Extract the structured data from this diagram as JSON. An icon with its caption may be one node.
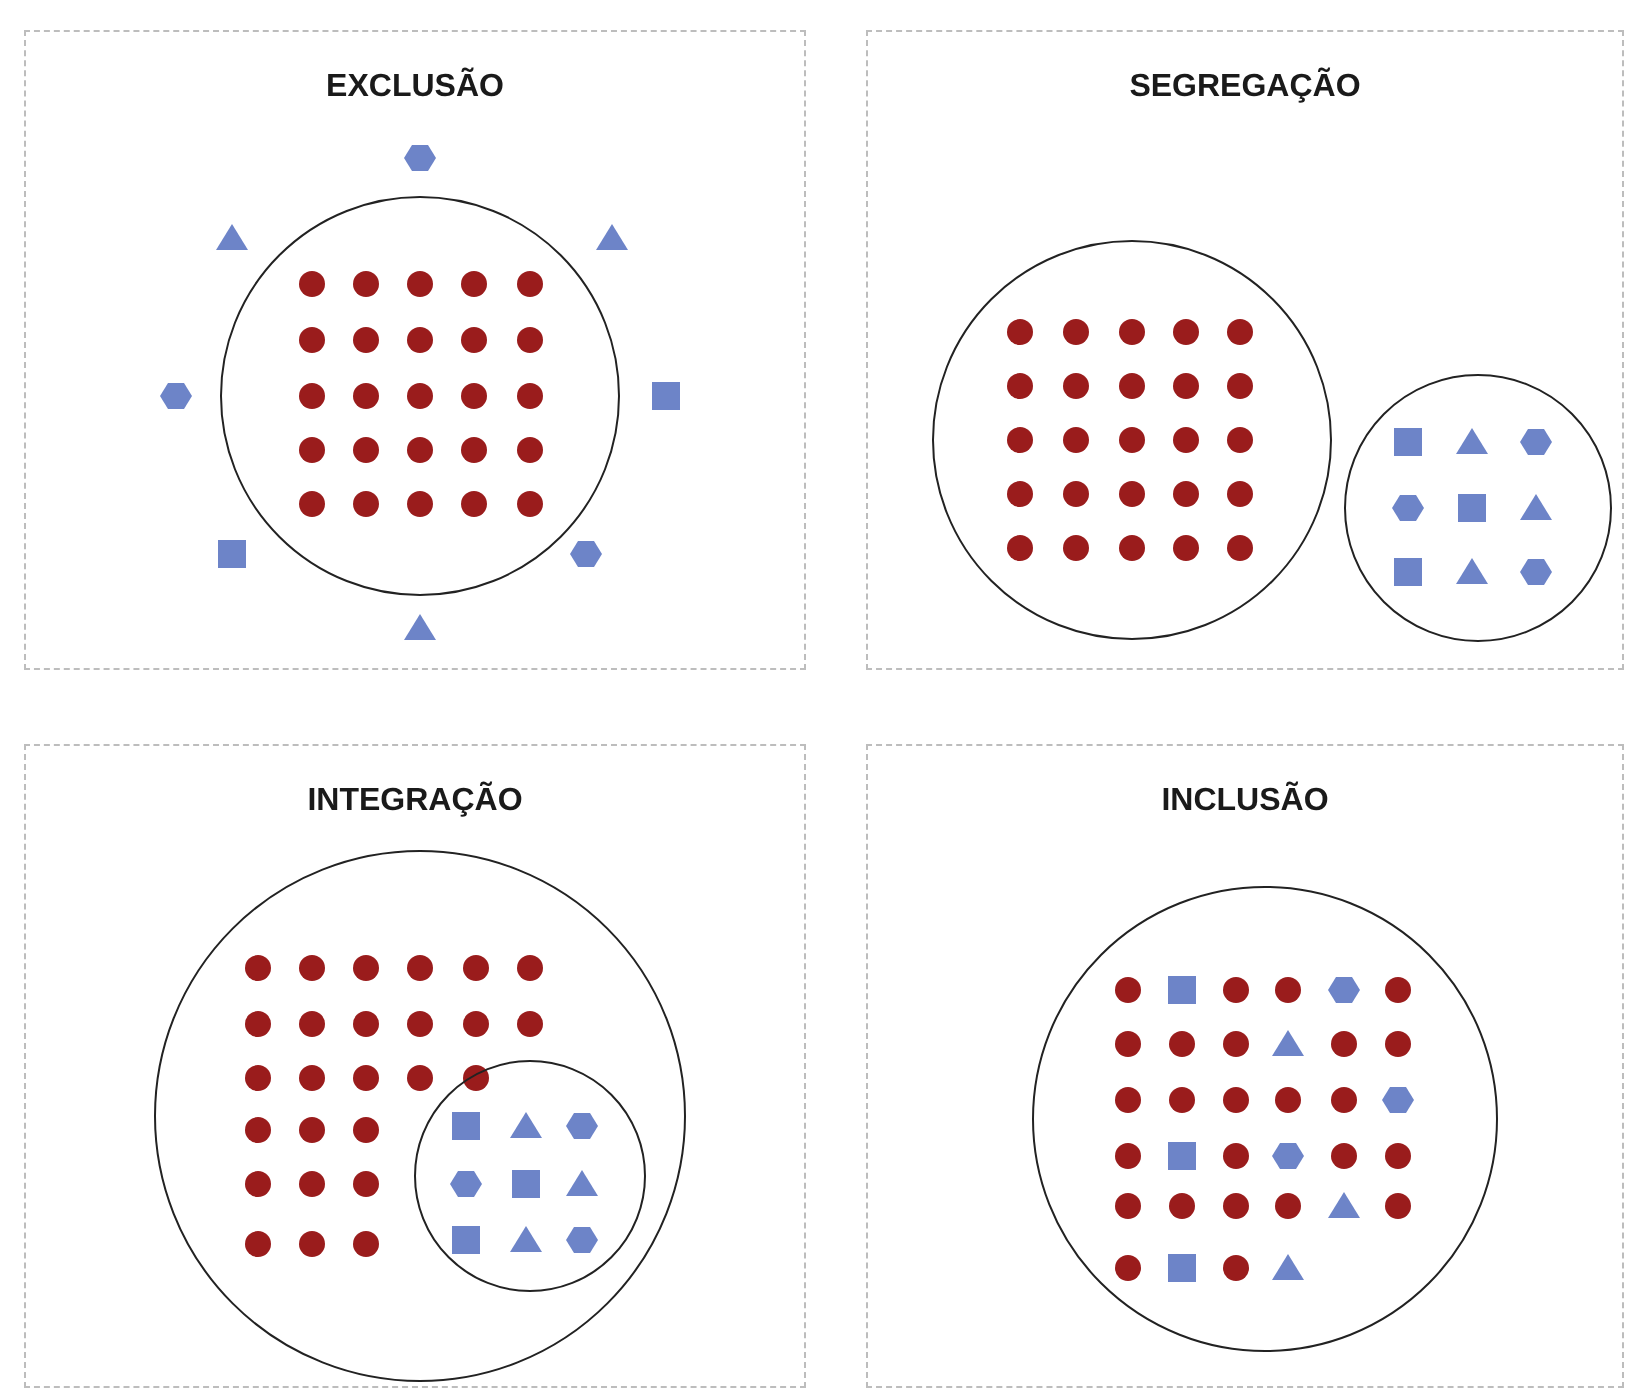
{
  "diagram": {
    "nodes": [
      {
        "text": [
          "EXCLUSÃO"
        ]
      },
      {
        "text": [],
        "shape": "circle",
        "in": 0
      },
      {
        "text": [
          "SEGREGAÇÃO"
        ]
      },
      {
        "text": [],
        "shape": "circle",
        "in": 2
      },
      {
        "text": [],
        "shape": "circle",
        "in": 2
      },
      {
        "text": [
          "INTEGRAÇÃO"
        ]
      },
      {
        "text": [],
        "shape": "circle",
        "in": 5
      },
      {
        "text": [],
        "shape": "circle",
        "in": 6
      },
      {
        "text": [
          "INCLUSÃO"
        ]
      },
      {
        "text": [],
        "shape": "circle",
        "in": 8
      }
    ]
  }
}
